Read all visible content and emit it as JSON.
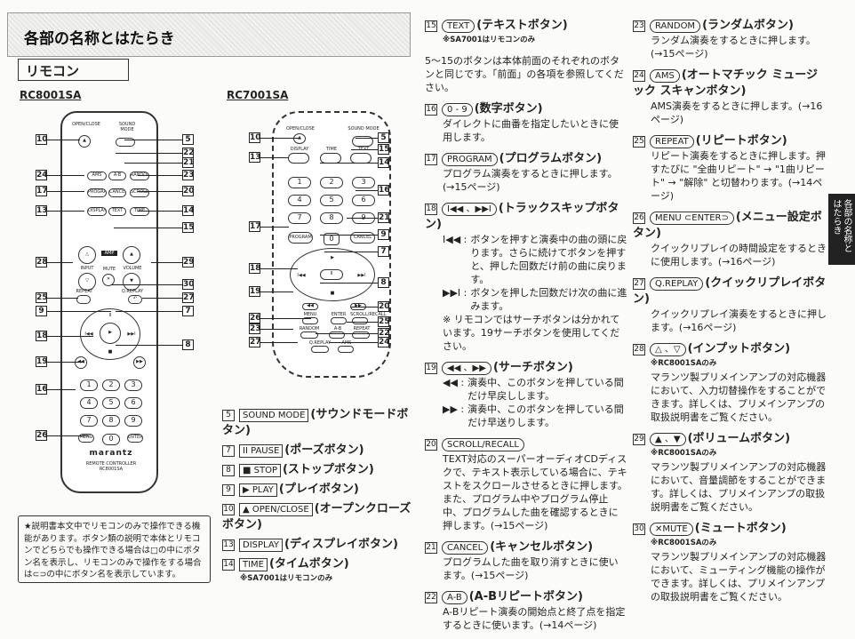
{
  "header": {
    "title": "各部の名称とはたらき",
    "section": "リモコン",
    "side_tab": "各部の名称と はたらき"
  },
  "models": {
    "a": "RC8001SA",
    "b": "RC7001SA"
  },
  "remote_a": {
    "callouts": [
      "10",
      "5",
      "22",
      "21",
      "24",
      "23",
      "17",
      "20",
      "13",
      "14",
      "15",
      "28",
      "29",
      "30",
      "25",
      "27",
      "9",
      "7",
      "18",
      "8",
      "19",
      "16",
      "26"
    ],
    "buttons": {
      "open": "OPEN/CLOSE",
      "sound": "SOUND MODE",
      "ams": "AMS",
      "ab": "A-B",
      "random": "RANDOM",
      "program": "PROGRAM",
      "cancel": "CANCEL",
      "scroll": "SCROLL/RECALL",
      "display": "DISPLAY",
      "text": "TEXT",
      "time": "TIME",
      "amp": "AMP",
      "input": "INPUT",
      "mute": "MUTE",
      "volume": "VOLUME",
      "repeat": "REPEAT",
      "qreplay": "Q.REPLAY",
      "menu": "MENU",
      "enter": "ENTER",
      "digits": [
        "1",
        "2",
        "3",
        "4",
        "5",
        "6",
        "7",
        "8",
        "9",
        "0"
      ]
    },
    "brand": "marantz",
    "brand_sub": "REMOTE CONTROLLER",
    "brand_model": "RC8001SA"
  },
  "remote_b": {
    "callouts": [
      "10",
      "5",
      "15",
      "13",
      "14",
      "16",
      "21",
      "17",
      "9",
      "7",
      "18",
      "8",
      "19",
      "20",
      "26",
      "25",
      "23",
      "22",
      "27",
      "24"
    ],
    "buttons": {
      "open": "OPEN/CLOSE",
      "sound": "SOUND MODE",
      "display": "DISPLAY",
      "time": "TIME",
      "text": "TEXT",
      "program": "PROGRAM",
      "cancel": "CANCEL",
      "menu": "MENU",
      "enter": "ENTER",
      "scroll": "SCROLL/RECALL",
      "random": "RANDOM",
      "ab": "A-B",
      "repeat": "REPEAT",
      "qreplay": "Q.REPLAY",
      "ams": "AMS",
      "digits": [
        "1",
        "2",
        "3",
        "4",
        "5",
        "6",
        "7",
        "8",
        "9",
        "0"
      ]
    }
  },
  "main_desc": [
    {
      "num": "5",
      "key": "SOUND MODE",
      "title": "(サウンドモードボタン)"
    },
    {
      "num": "7",
      "key": "II PAUSE",
      "title": "(ポーズボタン)"
    },
    {
      "num": "8",
      "key": "■ STOP",
      "title": "(ストップボタン)"
    },
    {
      "num": "9",
      "key": "▶ PLAY",
      "title": "(プレイボタン)"
    },
    {
      "num": "10",
      "key": "▲ OPEN/CLOSE",
      "title": "(オープンクローズボタン)"
    },
    {
      "num": "13",
      "key": "DISPLAY",
      "title": "(ディスプレイボタン)"
    },
    {
      "num": "14",
      "key": "TIME",
      "title": "(タイムボタン)",
      "note": "※SA7001はリモコンのみ"
    }
  ],
  "notice": "★説明書本文中でリモコンのみで操作できる機能があります。ボタン類の説明で本体とリモコンでどちらでも操作できる場合は□の中にボタン名を表示し、リモコンのみで操作をする場合は⊂⊃の中にボタン名を表示しています。",
  "col2": [
    {
      "num": "15",
      "key": "TEXT",
      "title": "(テキストボタン)",
      "note": "※SA7001はリモコンのみ"
    },
    {
      "body": "5〜15のボタンは本体前面のそれぞれのボタンと同じです。「前面」の各項を参照してください。"
    },
    {
      "num": "16",
      "key": "0 - 9",
      "title": "(数字ボタン)",
      "body": "ダイレクトに曲番を指定したいときに使用します。"
    },
    {
      "num": "17",
      "key": "PROGRAM",
      "title": "(プログラムボタン)",
      "body": "プログラム演奏をするときに押します。(→15ページ)"
    },
    {
      "num": "18",
      "key": "I◀◀ 、▶▶I",
      "title": "(トラックスキップボタン)",
      "subs": [
        {
          "k": "I◀◀ :",
          "t": "ボタンを押すと演奏中の曲の頭に戻ります。さらに続けてボタンを押すと、押した回数だけ前の曲に戻ります。"
        },
        {
          "k": "▶▶I :",
          "t": "ボタンを押した回数だけ次の曲に進みます。"
        }
      ],
      "body2": "※ リモコンではサーチボタンは分かれています。19サーチボタンを使用してください。"
    },
    {
      "num": "19",
      "key": "◀◀ 、▶▶",
      "title": "(サーチボタン)",
      "subs": [
        {
          "k": "◀◀ :",
          "t": "演奏中、このボタンを押している間だけ早戻しします。"
        },
        {
          "k": "▶▶ :",
          "t": "演奏中、このボタンを押している間だけ早送りします。"
        }
      ]
    },
    {
      "num": "20",
      "key": "SCROLL/RECALL",
      "title": "",
      "body": "TEXT対応のスーパーオーディオCDディスクで、テキスト表示している場合に、テキストをスクロールさせるときに押します。また、プログラム中やプログラム停止中、プログラムした曲を確認するときに押します。(→15ページ)"
    },
    {
      "num": "21",
      "key": "CANCEL",
      "title": "(キャンセルボタン)",
      "body": "プログラムした曲を取り消すときに使います。(→15ページ)"
    },
    {
      "num": "22",
      "key": "A-B",
      "title": "(A-Bリピートボタン)",
      "body": "A-Bリピート演奏の開始点と終了点を指定するときに使います。(→14ページ)"
    }
  ],
  "col3": [
    {
      "num": "23",
      "key": "RANDOM",
      "title": "(ランダムボタン)",
      "body": "ランダム演奏をするときに押します。(→15ページ)"
    },
    {
      "num": "24",
      "key": "AMS",
      "title": "(オートマチック ミュージック スキャンボタン)",
      "body": "AMS演奏をするときに押します。(→16ページ)"
    },
    {
      "num": "25",
      "key": "REPEAT",
      "title": "(リピートボタン)",
      "body": "リピート演奏をするときに押します。押すたびに \"全曲リピート\" → \"1曲リピート\" → \"解除\" と切替わります。(→14ページ)"
    },
    {
      "num": "26",
      "key": "MENU ⊂ENTER⊃",
      "title": "(メニュー設定ボタン)",
      "body": "クイックリプレイの時間設定をするときに使用します。(→16ページ)"
    },
    {
      "num": "27",
      "key": "Q.REPLAY",
      "title": "(クイックリプレイボタン)",
      "body": "クイックリプレイ演奏をするときに押します。(→16ページ)"
    },
    {
      "num": "28",
      "key": "△ 、▽",
      "title": "(インプットボタン)",
      "note": "※RC8001SAのみ",
      "body": "マランツ製プリメインアンプの対応機器において、入力切替操作をすることができます。詳しくは、プリメインアンプの取扱説明書をご覧ください。"
    },
    {
      "num": "29",
      "key": "▲ 、▼",
      "title": "(ボリュームボタン)",
      "note": "※RC8001SAのみ",
      "body": "マランツ製プリメインアンプの対応機器において、音量調節をすることができます。詳しくは、プリメインアンプの取扱説明書をご覧ください。"
    },
    {
      "num": "30",
      "key": "✕MUTE",
      "title": "(ミュートボタン)",
      "note": "※RC8001SAのみ",
      "body": "マランツ製プリメインアンプの対応機器において、ミューティング機能の操作ができます。詳しくは、プリメインアンプの取扱説明書をご覧ください。"
    }
  ]
}
